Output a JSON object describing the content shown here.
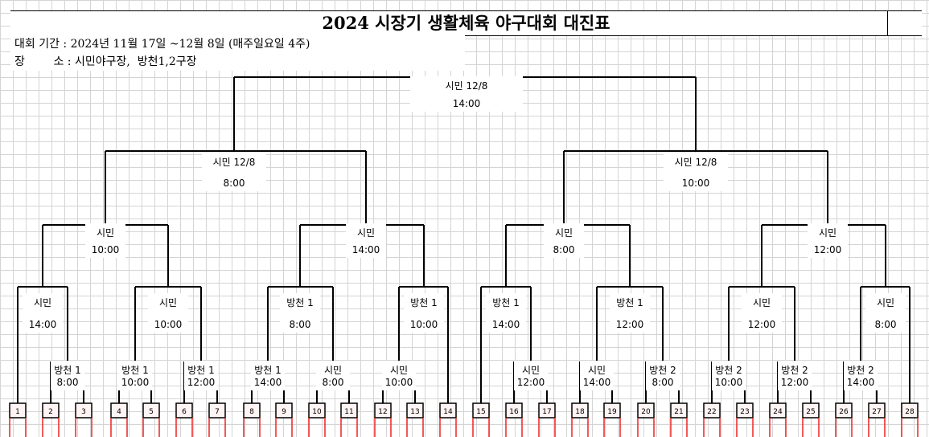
{
  "title": "2024 시장기 생활체육 야구대회 대진표",
  "info": {
    "period": "대회 기간 : 2024년 11월 17일 ~12월 8일 (매주일요일 4주)",
    "venue": "장        소 : 시민야구장,  방천1,2구장"
  },
  "colors": {
    "line": "#000000",
    "team_box": "#ee2222",
    "team_bg": "#fff4f4",
    "grid": "#d4d4d4"
  },
  "teams": [
    "1",
    "2",
    "3",
    "4",
    "5",
    "6",
    "7",
    "8",
    "9",
    "10",
    "11",
    "12",
    "13",
    "14",
    "15",
    "16",
    "17",
    "18",
    "19",
    "20",
    "21",
    "22",
    "23",
    "24",
    "25",
    "26",
    "27",
    "28"
  ],
  "matches": {
    "final": {
      "venue": "시민 12/8",
      "time": "14:00"
    },
    "semi": [
      {
        "venue": "시민 12/8",
        "time": "8:00"
      },
      {
        "venue": "시민 12/8",
        "time": "10:00"
      }
    ],
    "quarter": [
      {
        "venue": "시민",
        "time": "10:00"
      },
      {
        "venue": "시민",
        "time": "14:00"
      },
      {
        "venue": "시민",
        "time": "8:00"
      },
      {
        "venue": "시민",
        "time": "12:00"
      }
    ],
    "round2": [
      {
        "venue": "시민",
        "time": "14:00"
      },
      {
        "venue": "시민",
        "time": "10:00"
      },
      {
        "venue": "방천 1",
        "time": "8:00"
      },
      {
        "venue": "방천 1",
        "time": "10:00"
      },
      {
        "venue": "방천 1",
        "time": "14:00"
      },
      {
        "venue": "방천 1",
        "time": "12:00"
      },
      {
        "venue": "시민",
        "time": "12:00"
      },
      {
        "venue": "시민",
        "time": "8:00"
      }
    ],
    "round1": [
      {
        "venue": "방천 1",
        "time": "8:00"
      },
      {
        "venue": "방천 1",
        "time": "10:00"
      },
      {
        "venue": "방천 1",
        "time": "12:00"
      },
      {
        "venue": "방천 1",
        "time": "14:00"
      },
      {
        "venue": "시민",
        "time": "8:00"
      },
      {
        "venue": "시민",
        "time": "10:00"
      },
      {
        "venue": "시민",
        "time": "12:00"
      },
      {
        "venue": "시민",
        "time": "14:00"
      },
      {
        "venue": "방천 2",
        "time": "8:00"
      },
      {
        "venue": "방천 2",
        "time": "10:00"
      },
      {
        "venue": "방천 2",
        "time": "12:00"
      },
      {
        "venue": "방천 2",
        "time": "14:00"
      }
    ]
  }
}
